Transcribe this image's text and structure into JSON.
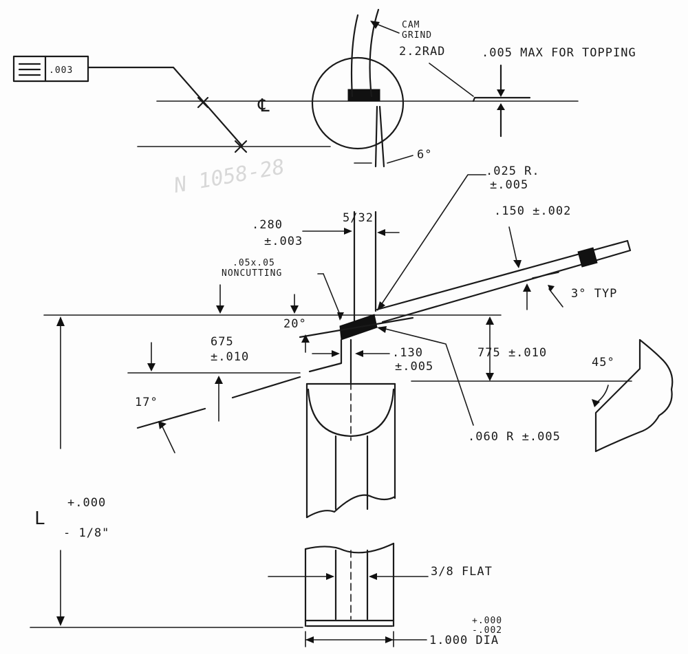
{
  "drawing": {
    "flatness": {
      "symbol": "☰",
      "value": ".003"
    },
    "centerline_mark": "℄",
    "cam_grind": {
      "line1": "CAM",
      "line2": "GRIND",
      "radius": "2.2RAD"
    },
    "topping": ".005 MAX FOR TOPPING",
    "angle_6": "6°",
    "radius_025": {
      "value": ".025 R.",
      "tol": "±.005"
    },
    "dim_150": ".150 ±.002",
    "dim_280": {
      "value": ".280",
      "tol": "±.003"
    },
    "frac_5_32": "5/32",
    "noncutting": {
      "line1": ".05x.05",
      "line2": "NONCUTTING"
    },
    "angle_3": "3° TYP",
    "angle_20": "20°",
    "dim_675": {
      "value": "675",
      "tol": "±.010"
    },
    "dim_130": {
      "value": ".130",
      "tol": "±.005"
    },
    "dim_775": "775 ±.010",
    "angle_45": "45°",
    "angle_17": "17°",
    "radius_060": ".060 R ±.005",
    "length": {
      "symbol": "L",
      "plus": "+.000",
      "minus": "- 1/8\""
    },
    "flat": "3/8 FLAT",
    "dia": {
      "value": "1.000 DIA",
      "tol_plus": "+.000",
      "tol_minus": "-.002"
    },
    "watermark": "N 1058-28"
  }
}
